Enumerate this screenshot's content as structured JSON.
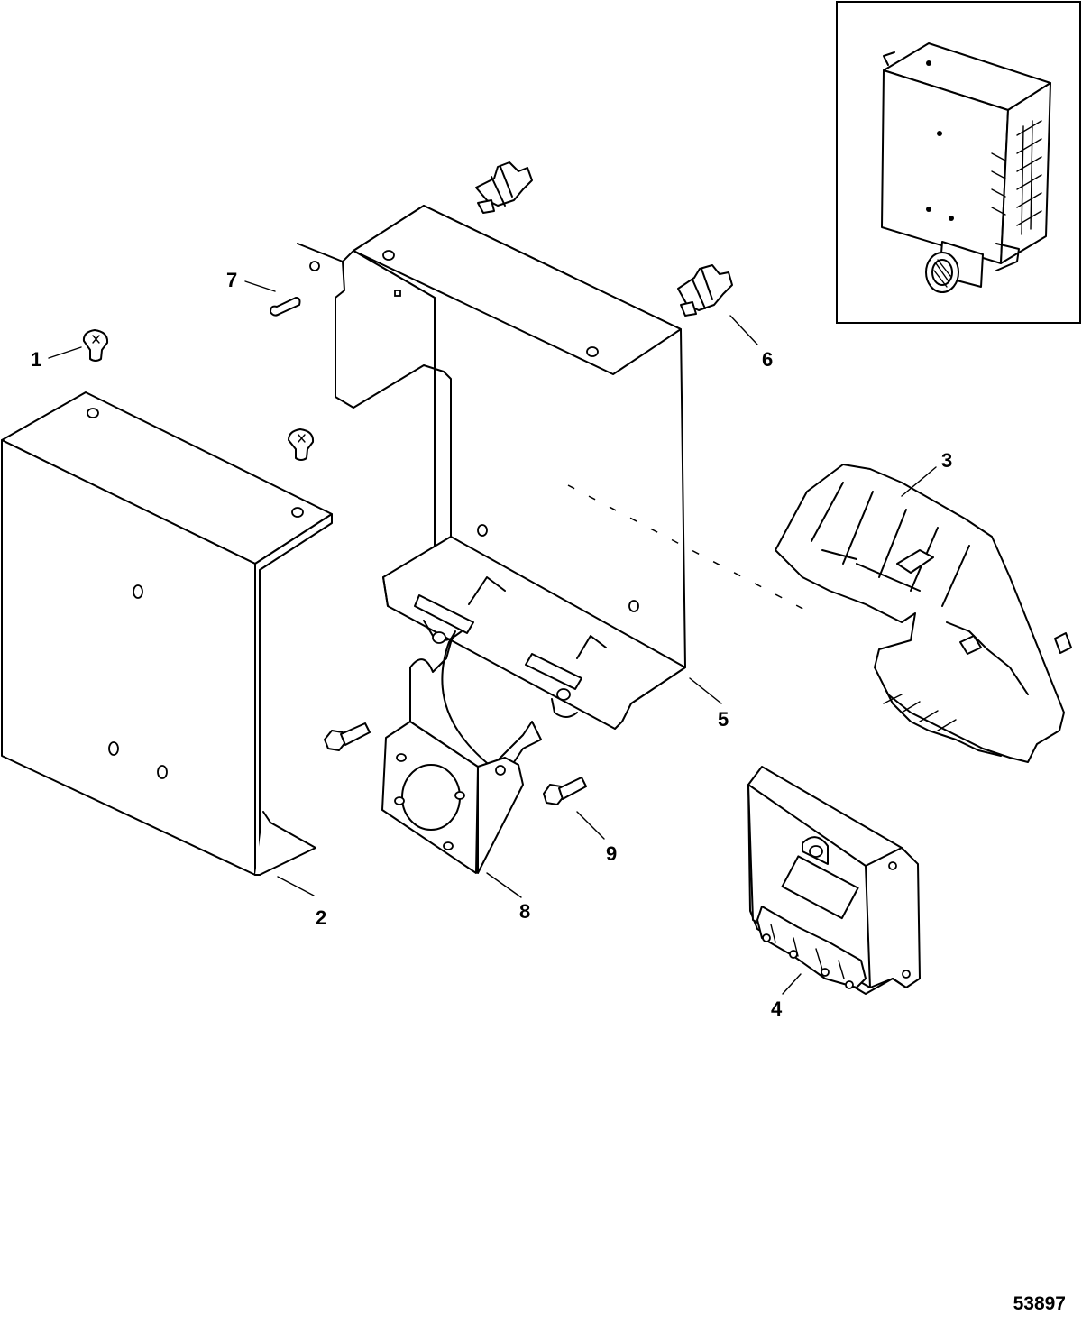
{
  "callouts": [
    {
      "id": "1",
      "label": "1"
    },
    {
      "id": "2",
      "label": "2"
    },
    {
      "id": "3",
      "label": "3"
    },
    {
      "id": "4",
      "label": "4"
    },
    {
      "id": "5",
      "label": "5"
    },
    {
      "id": "6",
      "label": "6"
    },
    {
      "id": "7",
      "label": "7"
    },
    {
      "id": "8",
      "label": "8"
    },
    {
      "id": "9",
      "label": "9"
    }
  ],
  "figure_number": "53897",
  "colors": {
    "line": "#000000",
    "background": "#ffffff"
  }
}
